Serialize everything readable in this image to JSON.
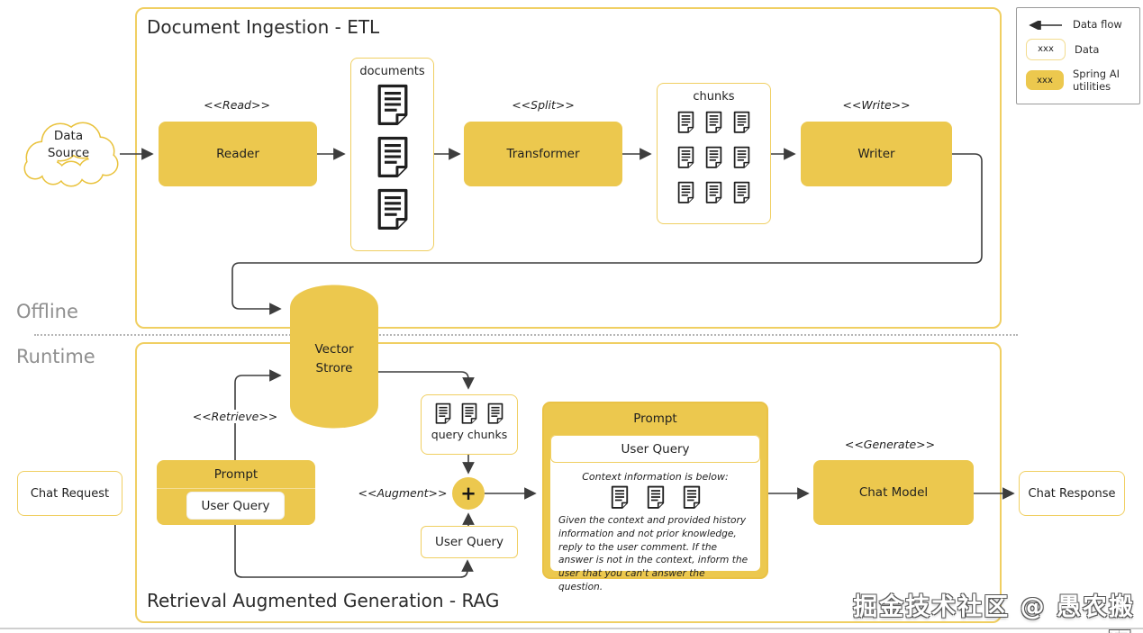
{
  "colors": {
    "accent_yellow": "#ECC84E",
    "yellow_border": "#F0CF62",
    "line": "#3d3d3d",
    "muted_gray": "#8f8f8f"
  },
  "legend": {
    "data_flow": "Data flow",
    "data_sample": "xxx",
    "data_label": "Data",
    "spring_sample": "xxx",
    "spring_label_line1": "Spring AI",
    "spring_label_line2": "utilities"
  },
  "etl": {
    "title": "Document Ingestion - ETL",
    "mode_label": "Offline",
    "data_source_line1": "Data",
    "data_source_line2": "Source",
    "read_stereotype": "<<Read>>",
    "reader": "Reader",
    "documents_label": "documents",
    "split_stereotype": "<<Split>>",
    "transformer": "Transformer",
    "chunks_label": "chunks",
    "write_stereotype": "<<Write>>",
    "writer": "Writer"
  },
  "rag": {
    "title": "Retrieval Augmented Generation - RAG",
    "mode_label": "Runtime",
    "chat_request": "Chat Request",
    "prompt_box": {
      "title": "Prompt",
      "user_query": "User Query"
    },
    "retrieve_stereotype": "<<Retrieve>>",
    "vector_store_line1": "Vector",
    "vector_store_line2": "Strore",
    "query_chunks_label": "query chunks",
    "augment_stereotype": "<<Augment>>",
    "plus_symbol": "+",
    "user_query_box": "User Query",
    "big_prompt": {
      "title": "Prompt",
      "user_query": "User Query",
      "context_caption": "Context information is below:",
      "instruction": "Given the context and provided history information and not prior knowledge, reply to the user comment. If the answer is not in the context, inform the user that you can't answer the question."
    },
    "generate_stereotype": "<<Generate>>",
    "chat_model": "Chat Model",
    "chat_response": "Chat Response"
  },
  "watermark": "掘金技术社区 @ 愚农搬码"
}
